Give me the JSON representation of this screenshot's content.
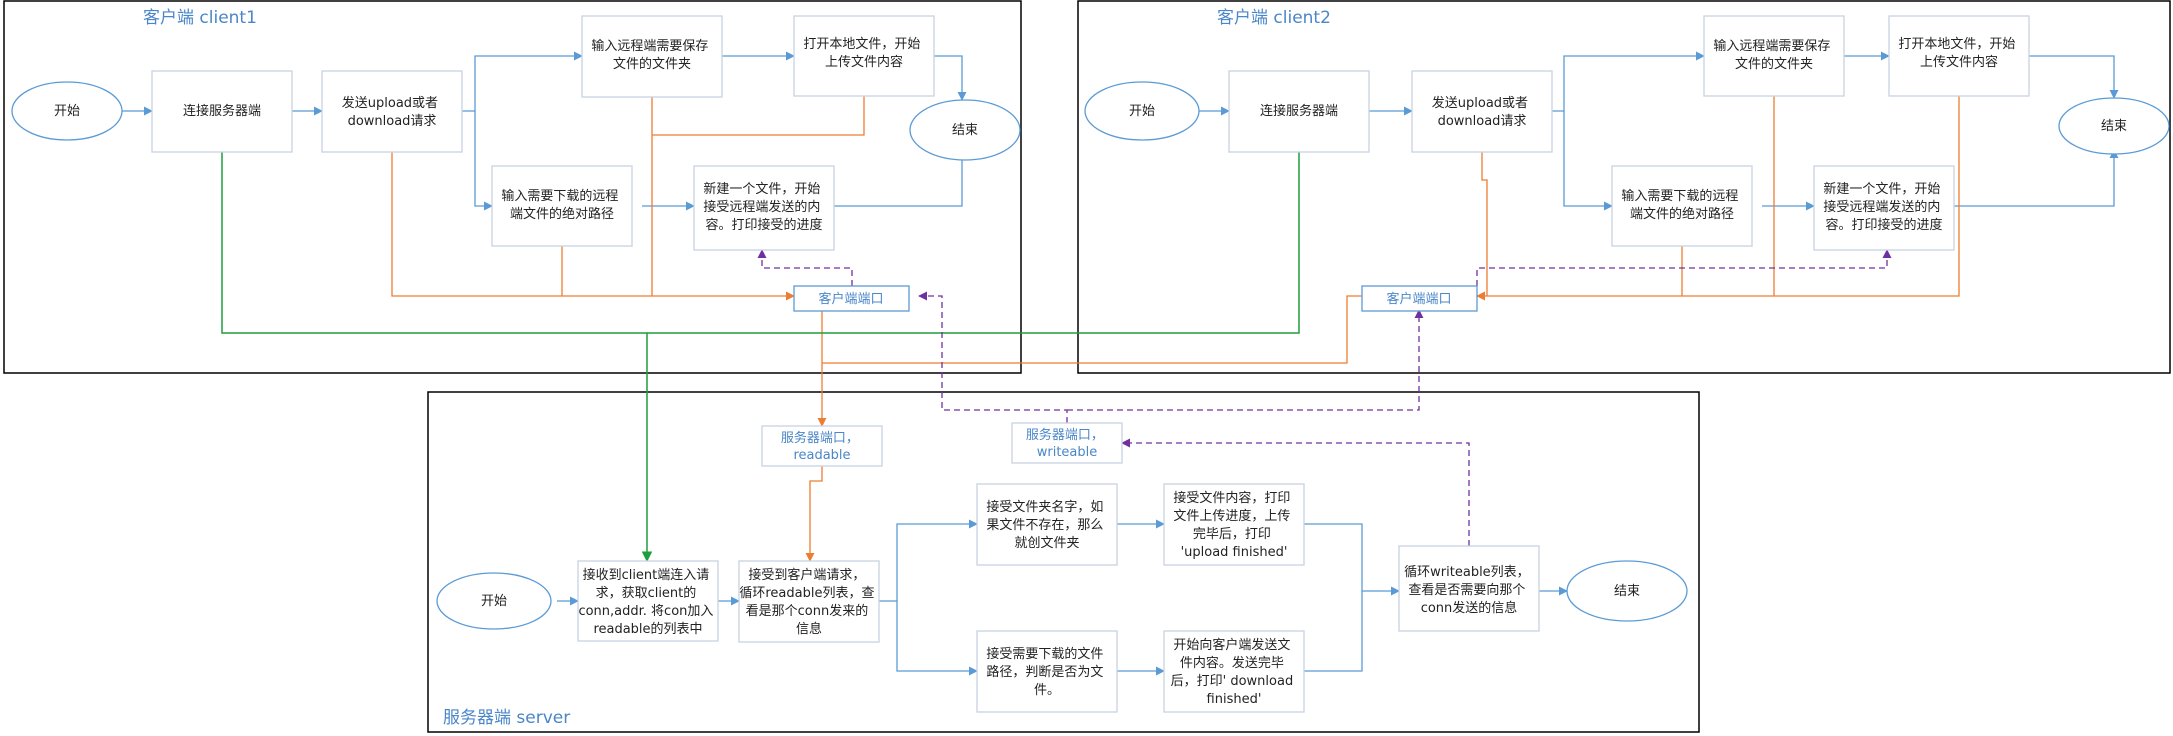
{
  "frames": {
    "client1": "客户端 client1",
    "client2": "客户端 client2",
    "server": "服务器端 server"
  },
  "colors": {
    "frame": "#000000",
    "box": "#c8d2e0",
    "ellipse": "#5b9bd5",
    "flow": "#5b9bd5",
    "orange": "#ed7d31",
    "green": "#1e9e3e",
    "purple": "#7030a0",
    "label": "#4a86c8"
  },
  "client1": {
    "start": "开始",
    "connect": "连接服务器端",
    "send": [
      "发送upload或者",
      "download请求"
    ],
    "input_folder": [
      "输入远程端需要保存",
      "文件的文件夹"
    ],
    "open_file": [
      "打开本地文件，开始",
      "上传文件内容"
    ],
    "end": "结束",
    "input_path": [
      "输入需要下载的远程",
      "端文件的绝对路径"
    ],
    "new_file": [
      "新建一个文件，开始",
      "接受远程端发送的内",
      "容。打印接受的进度"
    ],
    "port": "客户端端口"
  },
  "client2": {
    "start": "开始",
    "connect": "连接服务器端",
    "send": [
      "发送upload或者",
      "download请求"
    ],
    "input_folder": [
      "输入远程端需要保存",
      "文件的文件夹"
    ],
    "open_file": [
      "打开本地文件，开始",
      "上传文件内容"
    ],
    "end": "结束",
    "input_path": [
      "输入需要下载的远程",
      "端文件的绝对路径"
    ],
    "new_file": [
      "新建一个文件，开始",
      "接受远程端发送的内",
      "容。打印接受的进度"
    ],
    "port": "客户端端口"
  },
  "server": {
    "readable_port": [
      "服务器端口，",
      "readable"
    ],
    "writeable_port": [
      "服务器端口，",
      "writeable"
    ],
    "start": "开始",
    "receive_conn": [
      "接收到client端连入请",
      "求，获取client的",
      "conn,addr. 将con加入",
      "readable的列表中"
    ],
    "receive_request": [
      "接受到客户端请求，",
      "循环readable列表，查",
      "看是那个conn发来的",
      "信息"
    ],
    "receive_folder": [
      "接受文件夹名字，如",
      "果文件不存在，那么",
      "就创文件夹"
    ],
    "receive_content": [
      "接受文件内容，打印",
      "文件上传进度，上传",
      "完毕后，打印",
      "'upload finished'"
    ],
    "receive_path": [
      "接受需要下载的文件",
      "路径，判断是否为文",
      "件。"
    ],
    "send_file": [
      "开始向客户端发送文",
      "件内容。发送完毕",
      "后，打印' download",
      "finished'"
    ],
    "loop_writeable": [
      "循环writeable列表，",
      "查看是否需要向那个",
      "conn发送的信息"
    ],
    "end": "结束"
  }
}
